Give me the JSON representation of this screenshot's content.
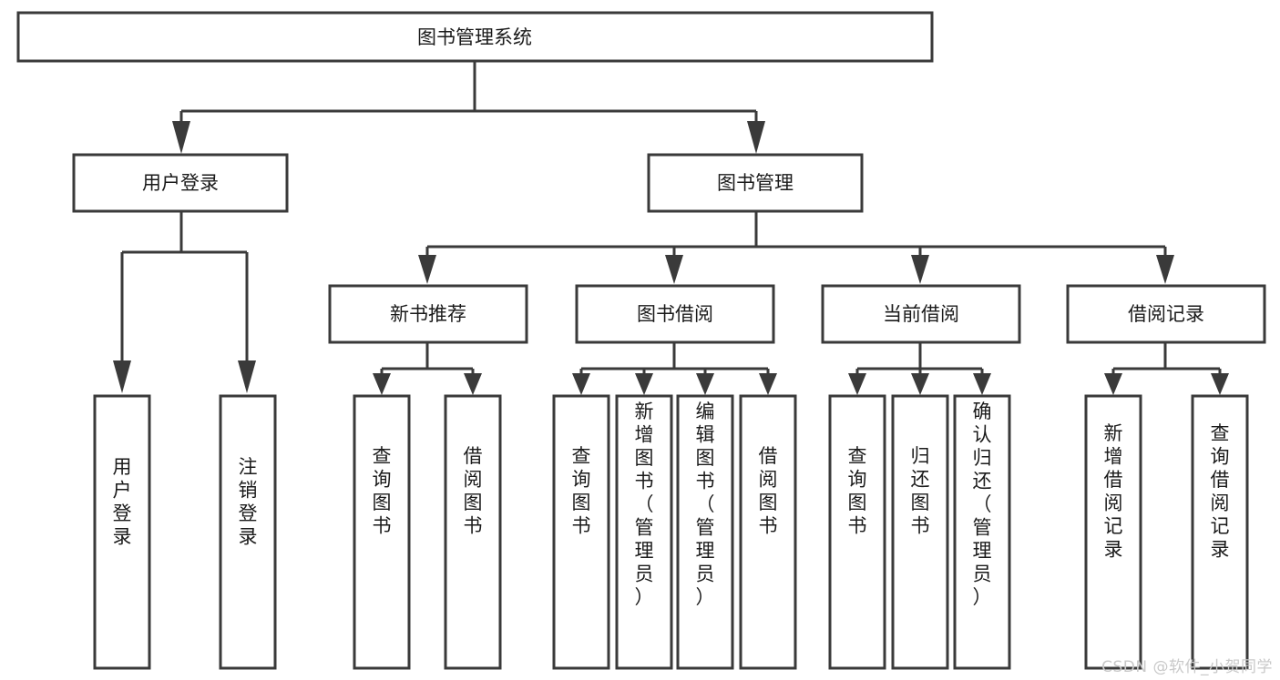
{
  "diagram": {
    "type": "tree-hierarchy-chart",
    "title": "图书管理系统",
    "watermark": "CSDN @软件_小贺同学",
    "colors": {
      "box_stroke": "#3a3a3a",
      "box_fill": "#ffffff",
      "text": "#1a1a1a",
      "background": "#ffffff",
      "watermark": "#c9c9c9"
    },
    "levels": {
      "root": {
        "label": "图书管理系统"
      },
      "level2": [
        {
          "label": "用户登录"
        },
        {
          "label": "图书管理"
        }
      ],
      "level3": [
        {
          "label": "新书推荐"
        },
        {
          "label": "图书借阅"
        },
        {
          "label": "当前借阅"
        },
        {
          "label": "借阅记录"
        }
      ]
    },
    "leaves": {
      "user_login": [
        {
          "label": "用户登录"
        },
        {
          "label": "注销登录"
        }
      ],
      "new_book_recommend": [
        {
          "label": "查询图书"
        },
        {
          "label": "借阅图书"
        }
      ],
      "book_borrow": [
        {
          "label": "查询图书"
        },
        {
          "label": "新增图书（管理员）"
        },
        {
          "label": "编辑图书（管理员）"
        },
        {
          "label": "借阅图书"
        }
      ],
      "current_borrow": [
        {
          "label": "查询图书"
        },
        {
          "label": "归还图书"
        },
        {
          "label": "确认归还（管理员）"
        }
      ],
      "borrow_record": [
        {
          "label": "新增借阅记录"
        },
        {
          "label": "查询借阅记录"
        }
      ]
    }
  }
}
